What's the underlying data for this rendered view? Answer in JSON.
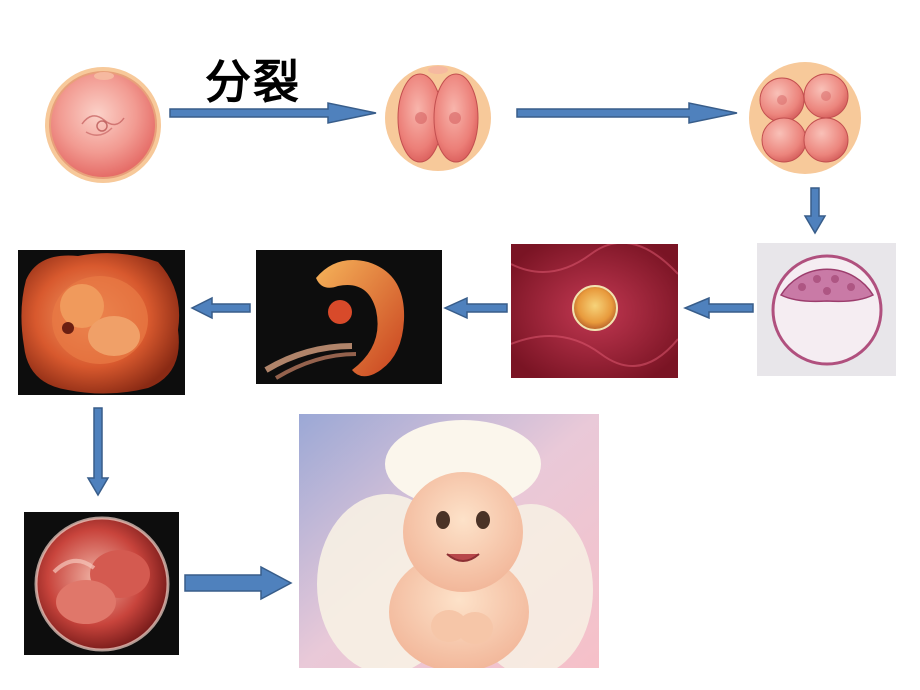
{
  "diagram": {
    "label": "分裂",
    "stages": [
      "fertilized-egg",
      "two-cell",
      "four-cell",
      "blastocyst",
      "implanted-embryo",
      "early-embryo",
      "fetus-in-sac",
      "late-fetus",
      "baby"
    ]
  },
  "colors": {
    "arrow": "#4f81bd",
    "arrow_outline": "#385d8a",
    "cell_fill": "#f29090",
    "cell_ring": "#f7c99a",
    "dark_bg": "#0d0d0d"
  }
}
